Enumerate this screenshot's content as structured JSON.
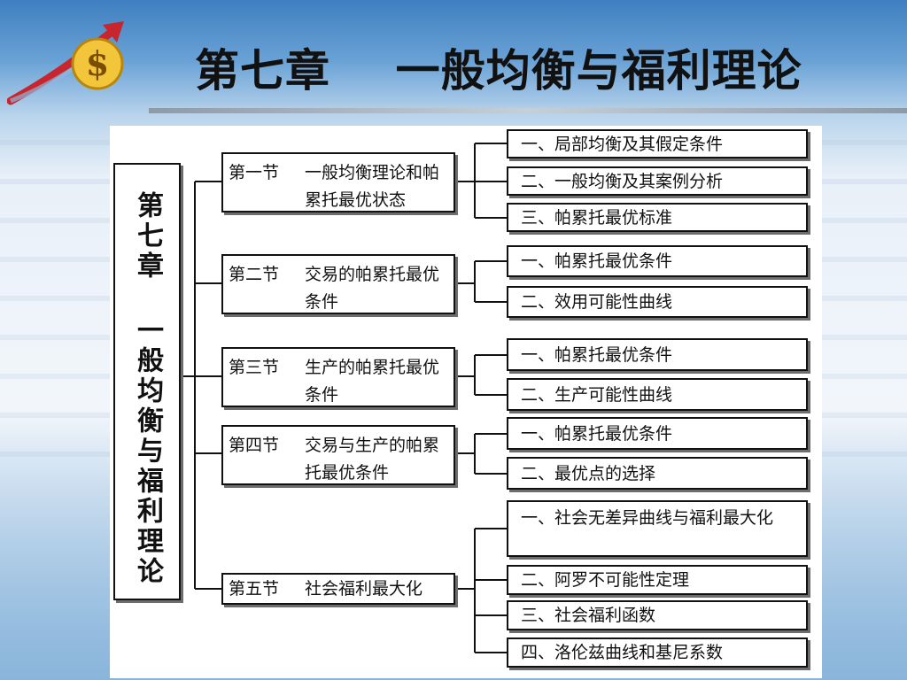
{
  "title": "第七章    一般均衡与福利理论",
  "logo": {
    "symbol": "$"
  },
  "chapter_box": "第七章    一般均衡与福利理论",
  "sections": [
    {
      "number": "第一节",
      "name": "一般均衡理论和帕累托最优状态",
      "subs": [
        "一、局部均衡及其假定条件",
        "二、一般均衡及其案例分析",
        "三、帕累托最优标准"
      ]
    },
    {
      "number": "第二节",
      "name": "交易的帕累托最优条件",
      "subs": [
        "一、帕累托最优条件",
        "二、效用可能性曲线"
      ]
    },
    {
      "number": "第三节",
      "name": "生产的帕累托最优条件",
      "subs": [
        "一、帕累托最优条件",
        "二、生产可能性曲线"
      ]
    },
    {
      "number": "第四节",
      "name": "交易与生产的帕累托最优条件",
      "subs": [
        "一、帕累托最优条件",
        "二、最优点的选择"
      ]
    },
    {
      "number": "第五节",
      "name": "社会福利最大化",
      "subs": [
        "一、社会无差异曲线与福利最大化",
        "二、阿罗不可能性定理",
        "三、社会福利函数",
        "四、洛伦兹曲线和基尼系数"
      ]
    }
  ],
  "colors": {
    "title": "#111111",
    "logo_gold": "#e8b21c",
    "logo_red": "#c8262e"
  }
}
